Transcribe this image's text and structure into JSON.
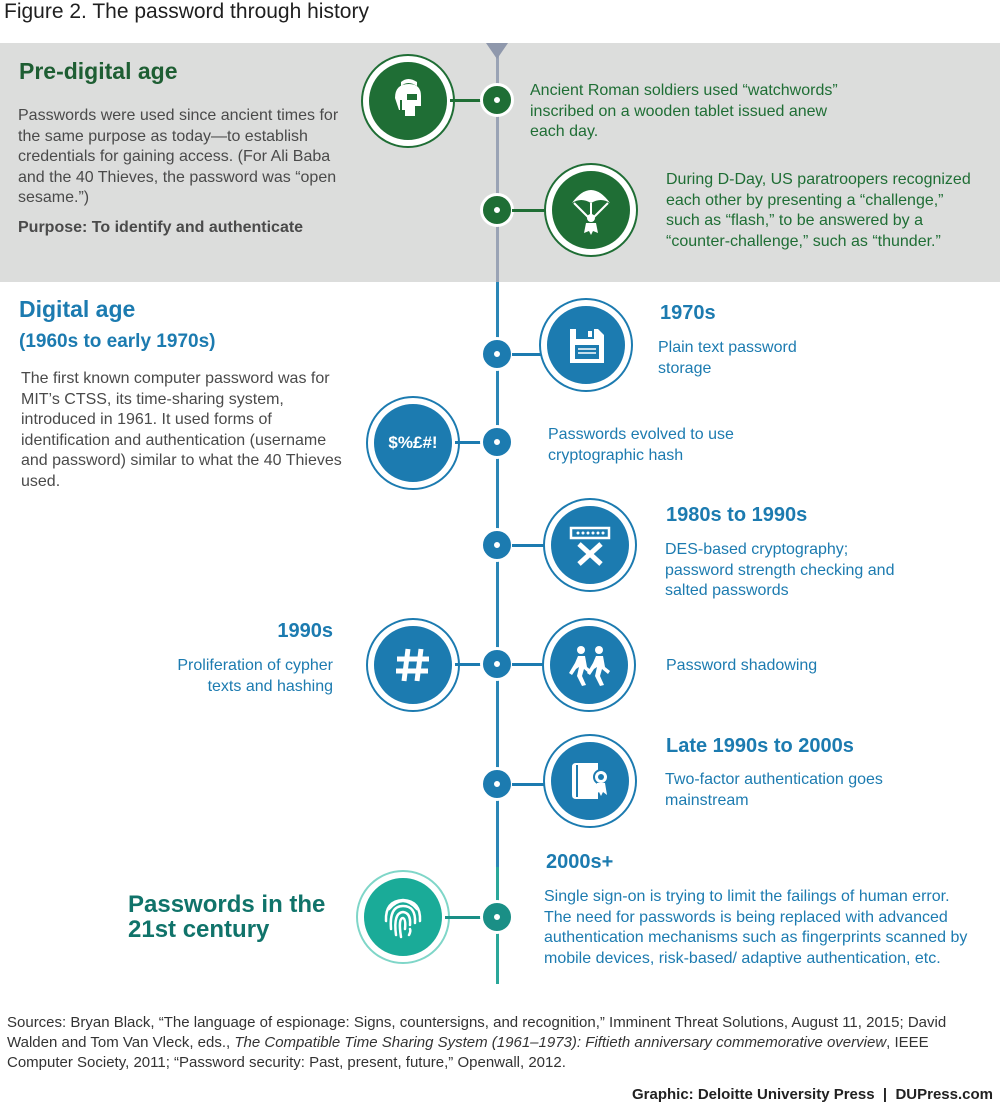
{
  "figure_title": "Figure 2. The password through history",
  "pre_digital": {
    "heading": "Pre-digital age",
    "description": "Passwords were used since ancient times for the same purpose as today—to establish credentials for gaining access. (For Ali Baba and the 40 Thieves, the password was “open sesame.”)",
    "purpose": "Purpose: To identify and authenticate",
    "events": [
      {
        "text": "Ancient Roman soldiers used “watchwords” inscribed on a wooden tablet issued anew each day.",
        "icon": "roman-helmet-icon"
      },
      {
        "text": "During D-Day, US paratroopers recognized each other by presenting a “challenge,” such as “flash,” to be answered by a “counter-challenge,” such as “thunder.”",
        "icon": "paratrooper-icon"
      }
    ]
  },
  "digital": {
    "heading": "Digital age",
    "subheading": "(1960s to early 1970s)",
    "description": "The first known computer password was for MIT’s CTSS, its time-sharing system, introduced in 1961. It used forms of identification and authentication (username and password) similar to what the 40 Thieves used.",
    "events": [
      {
        "year": "1970s",
        "text": "Plain text password storage",
        "icon": "floppy-disk-icon"
      },
      {
        "text": "Passwords evolved to use cryptographic hash",
        "icon_text": "$%£#!"
      },
      {
        "year": "1980s to 1990s",
        "text": "DES-based cryptography; password strength checking and salted passwords",
        "icon": "cipher-x-icon"
      },
      {
        "year": "1990s",
        "text": "Proliferation of cypher texts and hashing",
        "icon": "hash-icon"
      },
      {
        "text": "Password shadowing",
        "icon": "people-walking-icon"
      },
      {
        "year": "Late 1990s to 2000s",
        "text": "Two-factor authentication goes mainstream",
        "icon": "certificate-icon"
      }
    ]
  },
  "century21": {
    "heading_line1": "Passwords in the",
    "heading_line2": "21st century",
    "events": [
      {
        "year": "2000s+",
        "text": "Single sign-on is trying to limit the failings of human error. The need for passwords is being replaced with advanced authentication mechanisms such as fingerprints scanned by mobile devices, risk-based/ adaptive authentication, etc.",
        "icon": "fingerprint-icon"
      }
    ]
  },
  "sources": {
    "part1": "Sources: Bryan Black, “The language of espionage: Signs, countersigns, and recognition,” Imminent Threat Solutions, August 11, 2015; David Walden and Tom Van Vleck, eds., ",
    "italic1": "The Compatible Time Sharing System (1961–1973): Fiftieth anniversary commemorative overview",
    "part2": ", IEEE Computer Society, 2011; “Password security: Past, present, future,” Openwall, 2012."
  },
  "credit": "Graphic: Deloitte University Press  |  DUPress.com",
  "colors": {
    "pre_green": "#1f6e35",
    "digital_blue": "#1c7bb0",
    "century_teal": "#1aab98",
    "band_grey": "#dcdddc"
  }
}
